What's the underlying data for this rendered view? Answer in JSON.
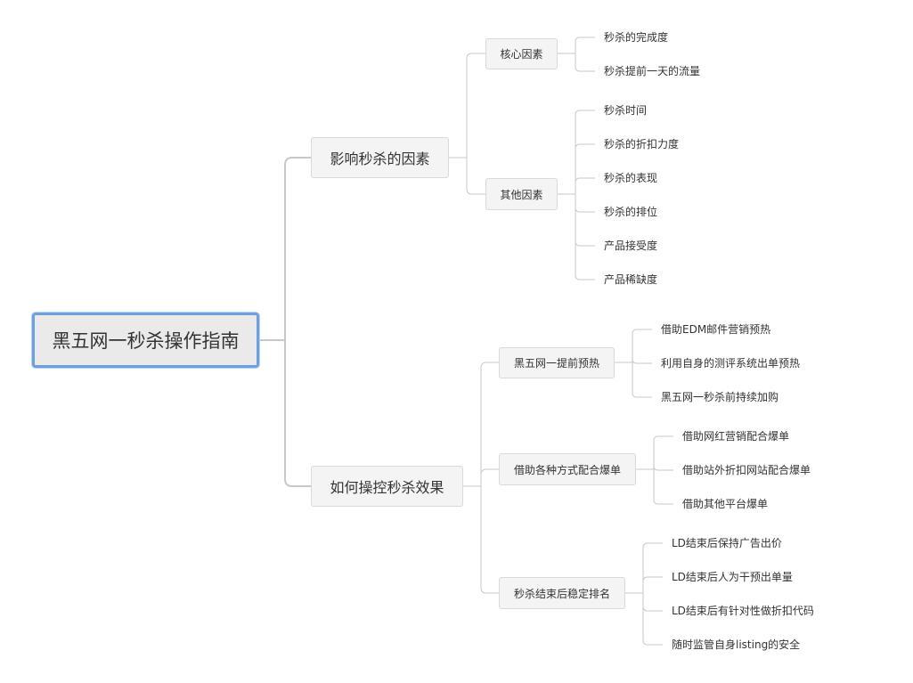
{
  "root": {
    "label": "黑五网一秒杀操作指南"
  },
  "branches": [
    {
      "label": "影响秒杀的因素",
      "children": [
        {
          "label": "核心因素",
          "items": [
            "秒杀的完成度",
            "秒杀提前一天的流量"
          ]
        },
        {
          "label": "其他因素",
          "items": [
            "秒杀时间",
            "秒杀的折扣力度",
            "秒杀的表现",
            "秒杀的排位",
            "产品接受度",
            "产品稀缺度"
          ]
        }
      ]
    },
    {
      "label": "如何操控秒杀效果",
      "children": [
        {
          "label": "黑五网一提前预热",
          "items": [
            "借助EDM邮件营销预热",
            "利用自身的测评系统出单预热",
            "黑五网一秒杀前持续加购"
          ]
        },
        {
          "label": "借助各种方式配合爆单",
          "items": [
            "借助网红营销配合爆单",
            "借助站外折扣网站配合爆单",
            "借助其他平台爆单"
          ]
        },
        {
          "label": "秒杀结束后稳定排名",
          "items": [
            "LD结束后保持广告出价",
            "LD结束后人为干预出单量",
            "LD结束后有针对性做折扣代码",
            "随时监管自身listing的安全"
          ]
        }
      ]
    }
  ],
  "colors": {
    "line": "#c8c8c8",
    "root_border": "#6ea0e0",
    "node_fill": "#f4f4f4",
    "node_border": "#d9d9d9"
  }
}
